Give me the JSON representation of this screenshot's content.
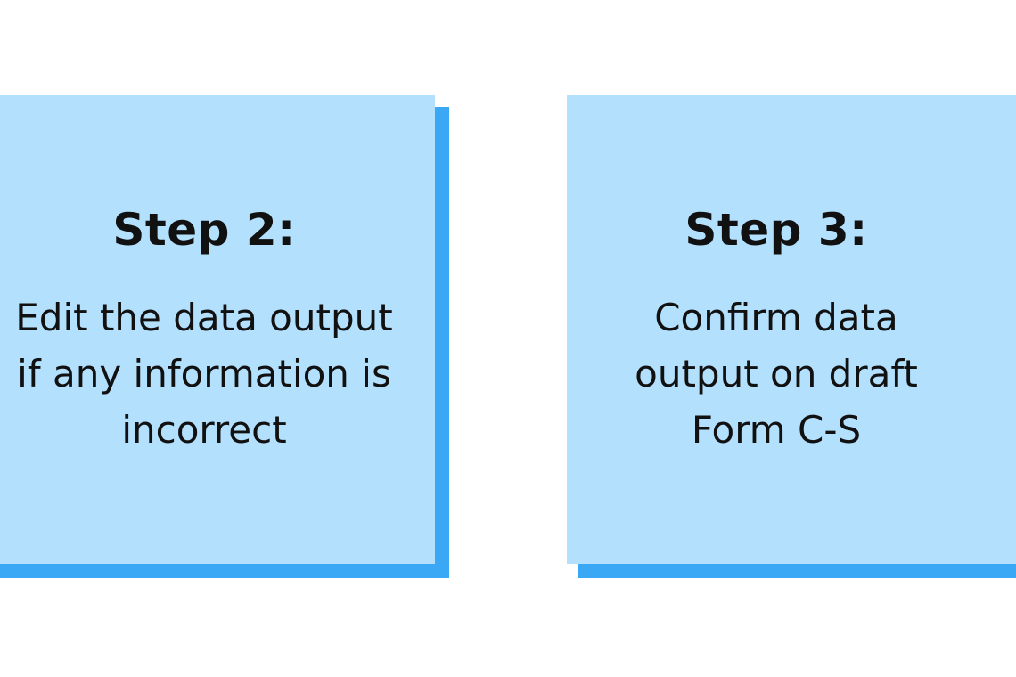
{
  "steps": [
    {
      "title": "Step 2:",
      "lines": [
        "Edit the data output",
        "if any information is",
        "incorrect"
      ]
    },
    {
      "title": "Step 3:",
      "lines": [
        "Confirm data",
        "output on draft",
        "Form C-S"
      ]
    }
  ],
  "colors": {
    "card_fill": "#b3e0fd",
    "card_shadow": "#3aa8f5",
    "text": "#111111"
  }
}
